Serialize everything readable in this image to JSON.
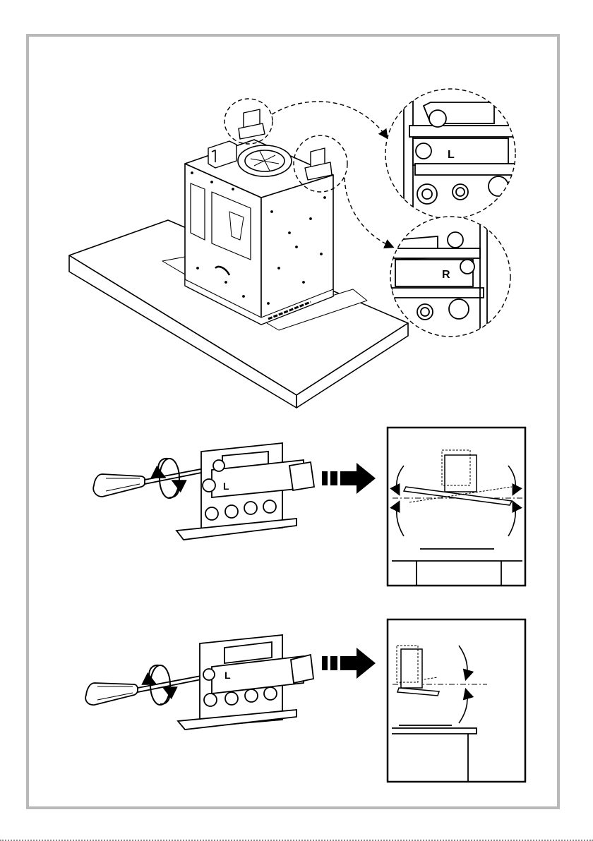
{
  "labels": {
    "left_bracket": "L",
    "right_bracket": "R",
    "step1_bracket": "L",
    "step2_bracket": "L"
  },
  "colors": {
    "stroke": "#000000",
    "frame": "#b8b8b8"
  },
  "icons": [
    "screwdriver-icon",
    "rotate-icon",
    "arrow-right-icon"
  ]
}
